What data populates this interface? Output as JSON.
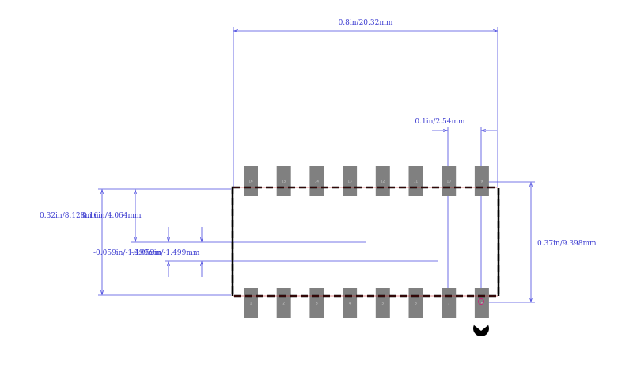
{
  "colors": {
    "dimension": "#4a4adf",
    "body_outline": "#000000",
    "body_dash": "#cc2222",
    "pad": "#808080",
    "pin1_marker": "#000000"
  },
  "dimensions": {
    "overall_width": "0.8in/20.32mm",
    "pitch": "0.1in/2.54mm",
    "overall_height": "0.37in/9.398mm",
    "body_height_a": "0.32in/8.128mm",
    "body_height_b": "0.16in/4.064mm",
    "offset_a": "-0.059in/-1.499mm",
    "offset_b": "-0.059in/-1.499mm"
  },
  "pads": {
    "top": [
      "16",
      "15",
      "14",
      "13",
      "12",
      "11",
      "10",
      "9"
    ],
    "bottom": [
      "1",
      "2",
      "3",
      "4",
      "5",
      "6",
      "7",
      "8"
    ]
  }
}
